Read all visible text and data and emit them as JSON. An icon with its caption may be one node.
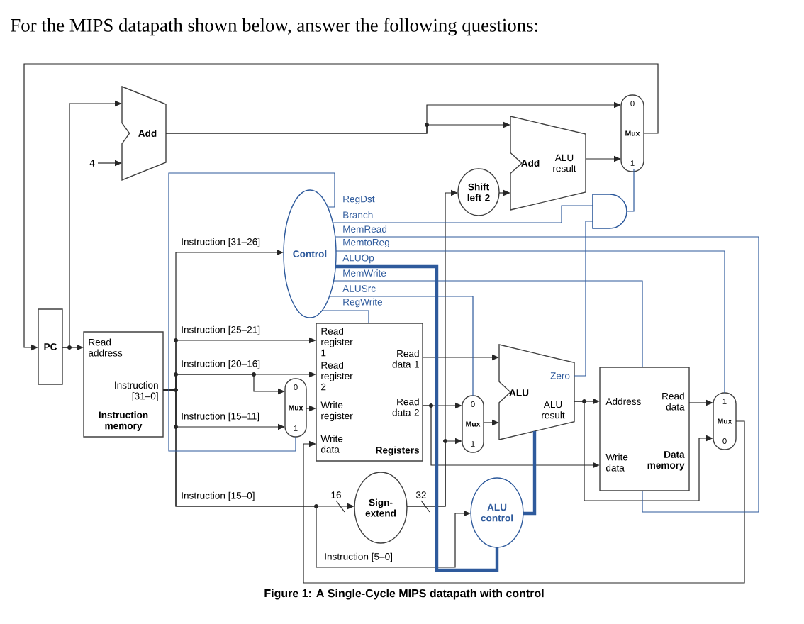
{
  "diagram": {
    "title": "For the MIPS datapath shown below, answer the following questions:",
    "caption": "Figure 1: A Single-Cycle MIPS datapath with control",
    "nodes": [
      {
        "text": [
          "PC"
        ]
      },
      {
        "text": [
          "Read address",
          "Instruction [31–0]",
          "Instruction memory"
        ]
      },
      {
        "text": [
          "Add"
        ]
      },
      {
        "text": [
          "4"
        ]
      },
      {
        "text": [
          "Add",
          "ALU result"
        ]
      },
      {
        "text": [
          "0",
          "Mux",
          "1"
        ]
      },
      {
        "text": [
          "Shift left 2"
        ]
      },
      {
        "text": [],
        "shape": "gate"
      },
      {
        "text": [
          "Control"
        ]
      },
      {
        "text": [
          "Read register 1",
          "Read register 2",
          "Write register",
          "Write data",
          "Read data 1",
          "Read data 2",
          "Registers"
        ]
      },
      {
        "text": [
          "0",
          "Mux",
          "1"
        ]
      },
      {
        "text": [
          "Sign-extend"
        ]
      },
      {
        "text": [
          "0",
          "Mux",
          "1"
        ]
      },
      {
        "text": [
          "ALU",
          "Zero",
          "ALU result"
        ]
      },
      {
        "text": [
          "ALU control"
        ]
      },
      {
        "text": [
          "Address",
          "Read data",
          "Write data",
          "Data memory"
        ]
      },
      {
        "text": [
          "1",
          "Mux",
          "0"
        ]
      }
    ],
    "edges": [
      {
        "from": 5,
        "to": 0,
        "arrow": "to"
      },
      {
        "from": 0,
        "to": 1,
        "arrow": "to"
      },
      {
        "from": 0,
        "to": 2,
        "arrow": "to"
      },
      {
        "from": 3,
        "to": 2,
        "arrow": "to"
      },
      {
        "from": 2,
        "to": 5,
        "arrow": "to"
      },
      {
        "from": 2,
        "to": 4,
        "arrow": "to"
      },
      {
        "from": 4,
        "to": 5,
        "arrow": "to"
      },
      {
        "from": 6,
        "to": 4,
        "arrow": "to"
      },
      {
        "from": 11,
        "to": 6,
        "arrow": "to"
      },
      {
        "from": 11,
        "to": 12,
        "arrow": "to"
      },
      {
        "from": 7,
        "to": 5,
        "arrow": "none",
        "color": "#2e5a9c"
      },
      {
        "from": 13,
        "to": 7,
        "arrow": "none",
        "color": "#2e5a9c"
      },
      {
        "from": 1,
        "to": 8,
        "arrow": "to",
        "label": "Instruction [31–26]"
      },
      {
        "from": 1,
        "to": 9,
        "arrow": "to",
        "label": "Instruction [25–21]"
      },
      {
        "from": 1,
        "to": 9,
        "arrow": "to",
        "label": "Instruction [20–16]"
      },
      {
        "from": 1,
        "to": 10,
        "arrow": "to"
      },
      {
        "from": 1,
        "to": 10,
        "arrow": "to",
        "label": "Instruction [15–11]"
      },
      {
        "from": 1,
        "to": 11,
        "arrow": "to",
        "label": "Instruction [15–0]"
      },
      {
        "from": 1,
        "to": 14,
        "arrow": "to",
        "label": "Instruction [5–0]"
      },
      {
        "from": 10,
        "to": 9,
        "arrow": "to"
      },
      {
        "from": 9,
        "to": 13,
        "arrow": "to"
      },
      {
        "from": 9,
        "to": 12,
        "arrow": "to"
      },
      {
        "from": 9,
        "to": 15,
        "arrow": "to"
      },
      {
        "from": 12,
        "to": 13,
        "arrow": "to"
      },
      {
        "from": 13,
        "to": 15,
        "arrow": "to"
      },
      {
        "from": 13,
        "to": 16,
        "arrow": "to"
      },
      {
        "from": 15,
        "to": 16,
        "arrow": "to"
      },
      {
        "from": 16,
        "to": 9,
        "arrow": "to"
      },
      {
        "from": 14,
        "to": 13,
        "arrow": "none",
        "style": "thick",
        "color": "#2e5a9c"
      },
      {
        "from": 8,
        "to": 10,
        "arrow": "none",
        "label": "RegDst",
        "color": "#2e5a9c"
      },
      {
        "from": 8,
        "to": 7,
        "arrow": "none",
        "label": "Branch",
        "color": "#2e5a9c"
      },
      {
        "from": 8,
        "to": 15,
        "arrow": "none",
        "label": "MemRead",
        "color": "#2e5a9c"
      },
      {
        "from": 8,
        "to": 16,
        "arrow": "none",
        "label": "MemtoReg",
        "color": "#2e5a9c"
      },
      {
        "from": 8,
        "to": 14,
        "arrow": "none",
        "label": "ALUOp",
        "style": "thick",
        "color": "#2e5a9c"
      },
      {
        "from": 8,
        "to": 15,
        "arrow": "none",
        "label": "MemWrite",
        "color": "#2e5a9c"
      },
      {
        "from": 8,
        "to": 12,
        "arrow": "none",
        "label": "ALUSrc",
        "color": "#2e5a9c"
      },
      {
        "from": 8,
        "to": 9,
        "arrow": "none",
        "label": "RegWrite",
        "color": "#2e5a9c"
      }
    ],
    "labels": [
      "16",
      "32"
    ]
  }
}
